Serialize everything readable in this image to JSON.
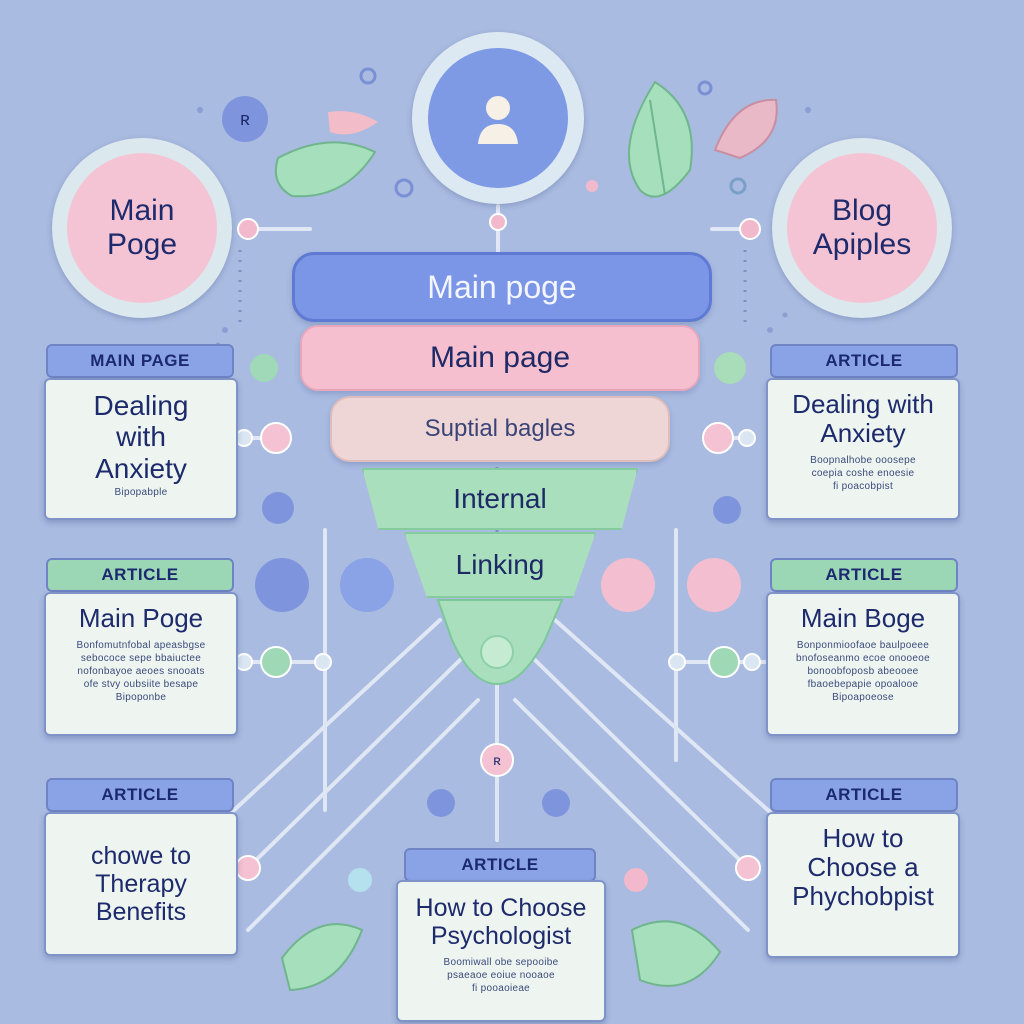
{
  "colors": {
    "background": "#a9bbe0",
    "hub_pink": "#f4c4d4",
    "blue_bar": "#7b96e6",
    "pink_bar": "#f5bfd0",
    "peach_bar": "#eed6d6",
    "green_bar": "#a9dfbc",
    "card_bg": "#eef5f1"
  },
  "hubs": {
    "left": "Main\nPoge",
    "right": "Blog\nApiples",
    "center_icon": "person-icon"
  },
  "funnel": {
    "level1": "Main poge",
    "level2": "Main page",
    "level3": "Suptial bagles",
    "level4": "Internal",
    "level5": "Linking"
  },
  "cards": {
    "left1": {
      "tag": "MAIN PAGE",
      "title": "Dealing\nwith\nAnxiety",
      "fine": "Bipopabple"
    },
    "left2": {
      "tag": "ARTICLE",
      "title": "Main Poge",
      "fine": "Bonfomutnfobal apeasbgse\nsebococe sepe bbaiuctee\nnofonbayoe aeoes snooats\nofe stvy oubsiite besape\nBipoponbe"
    },
    "left3": {
      "tag": "ARTICLE",
      "title": "chowe to\nTherapy\nBenefits"
    },
    "right1": {
      "tag": "ARTICLE",
      "title": "Dealing with\nAnxiety",
      "fine": "Boopnalhobe ooosepe\ncoepia coshe enoesie\nfi poacobpist"
    },
    "right2": {
      "tag": "ARTICLE",
      "title": "Main Boge",
      "fine": "Bonponmioofaoe baulpoeee\nbnofoseanmo ecoe onooeoe\nbonoobfoposb abeooee\nfbaoebepapie opoalooe\nBipoapoeose"
    },
    "right3": {
      "tag": "ARTICLE",
      "title": "How to\nChoose a\nPhychobpist"
    },
    "bottom": {
      "tag": "ARTICLE",
      "title": "How to Choose\nPsychologist",
      "fine": "Boomiwall obe sepooibe\npsaeaoe eoiue nooaoe\nfi pooaoieae"
    }
  },
  "node_glyph": "ʀ"
}
